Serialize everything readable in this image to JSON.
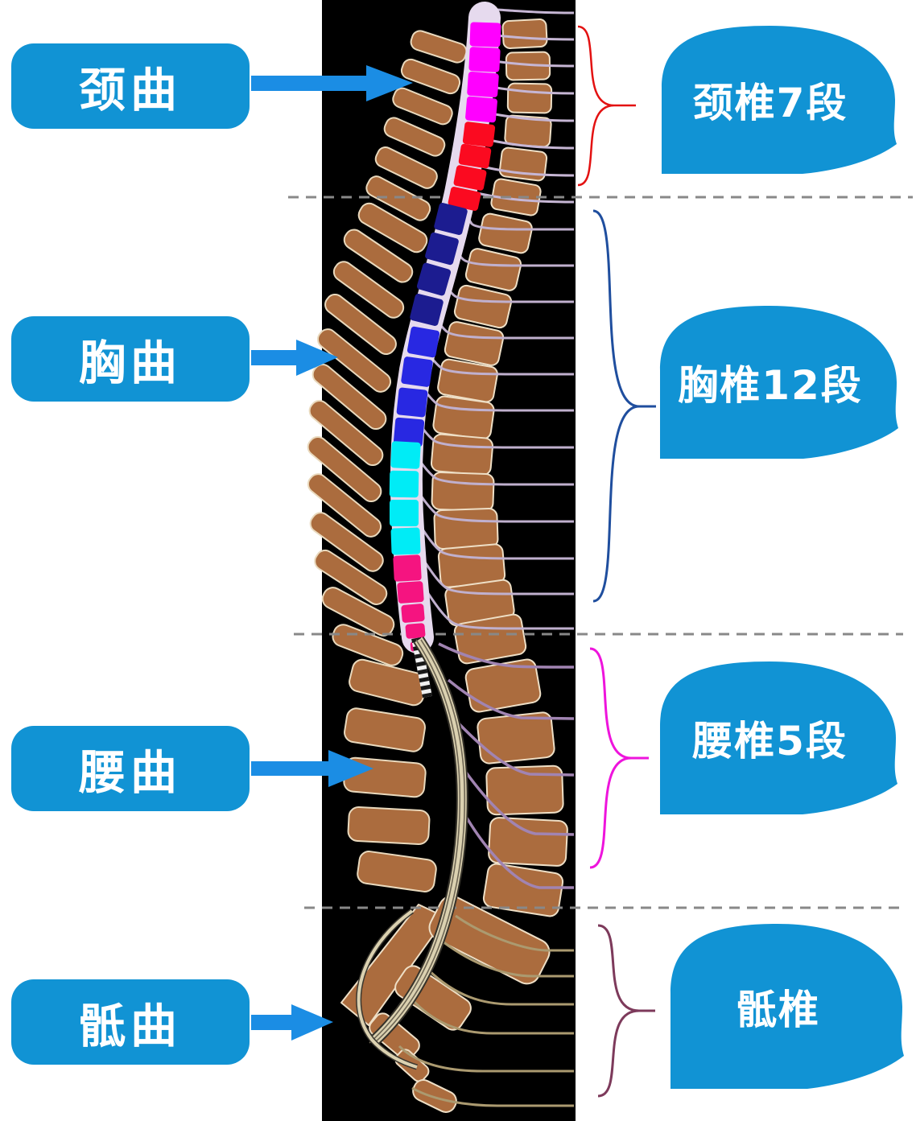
{
  "diagram": {
    "left_callouts": [
      {
        "label": "颈曲"
      },
      {
        "label": "胸曲"
      },
      {
        "label": "腰曲"
      },
      {
        "label": "骶曲"
      }
    ],
    "right_callouts": [
      {
        "label": "颈椎7段",
        "brace_color": "#e31111"
      },
      {
        "label": "胸椎12段",
        "brace_color": "#1f4e9e"
      },
      {
        "label": "腰椎5段",
        "brace_color": "#ee14dc"
      },
      {
        "label": "骶椎",
        "brace_color": "#7d3a5b"
      }
    ],
    "colors": {
      "callout_fill": "#1193d4",
      "arrow_fill": "#1b8de4",
      "callout_text": "#ffffff",
      "strip_background": "#000000",
      "dashed_line": "#888888",
      "bone_fill": "#ab6c3e",
      "cord_magenta": "#ff00ff",
      "cord_red": "#fb0a20",
      "cord_navy": "#1c1c90",
      "cord_blue": "#2828e2",
      "cord_cyan": "#00ecf6",
      "cord_pink": "#f51480"
    }
  }
}
